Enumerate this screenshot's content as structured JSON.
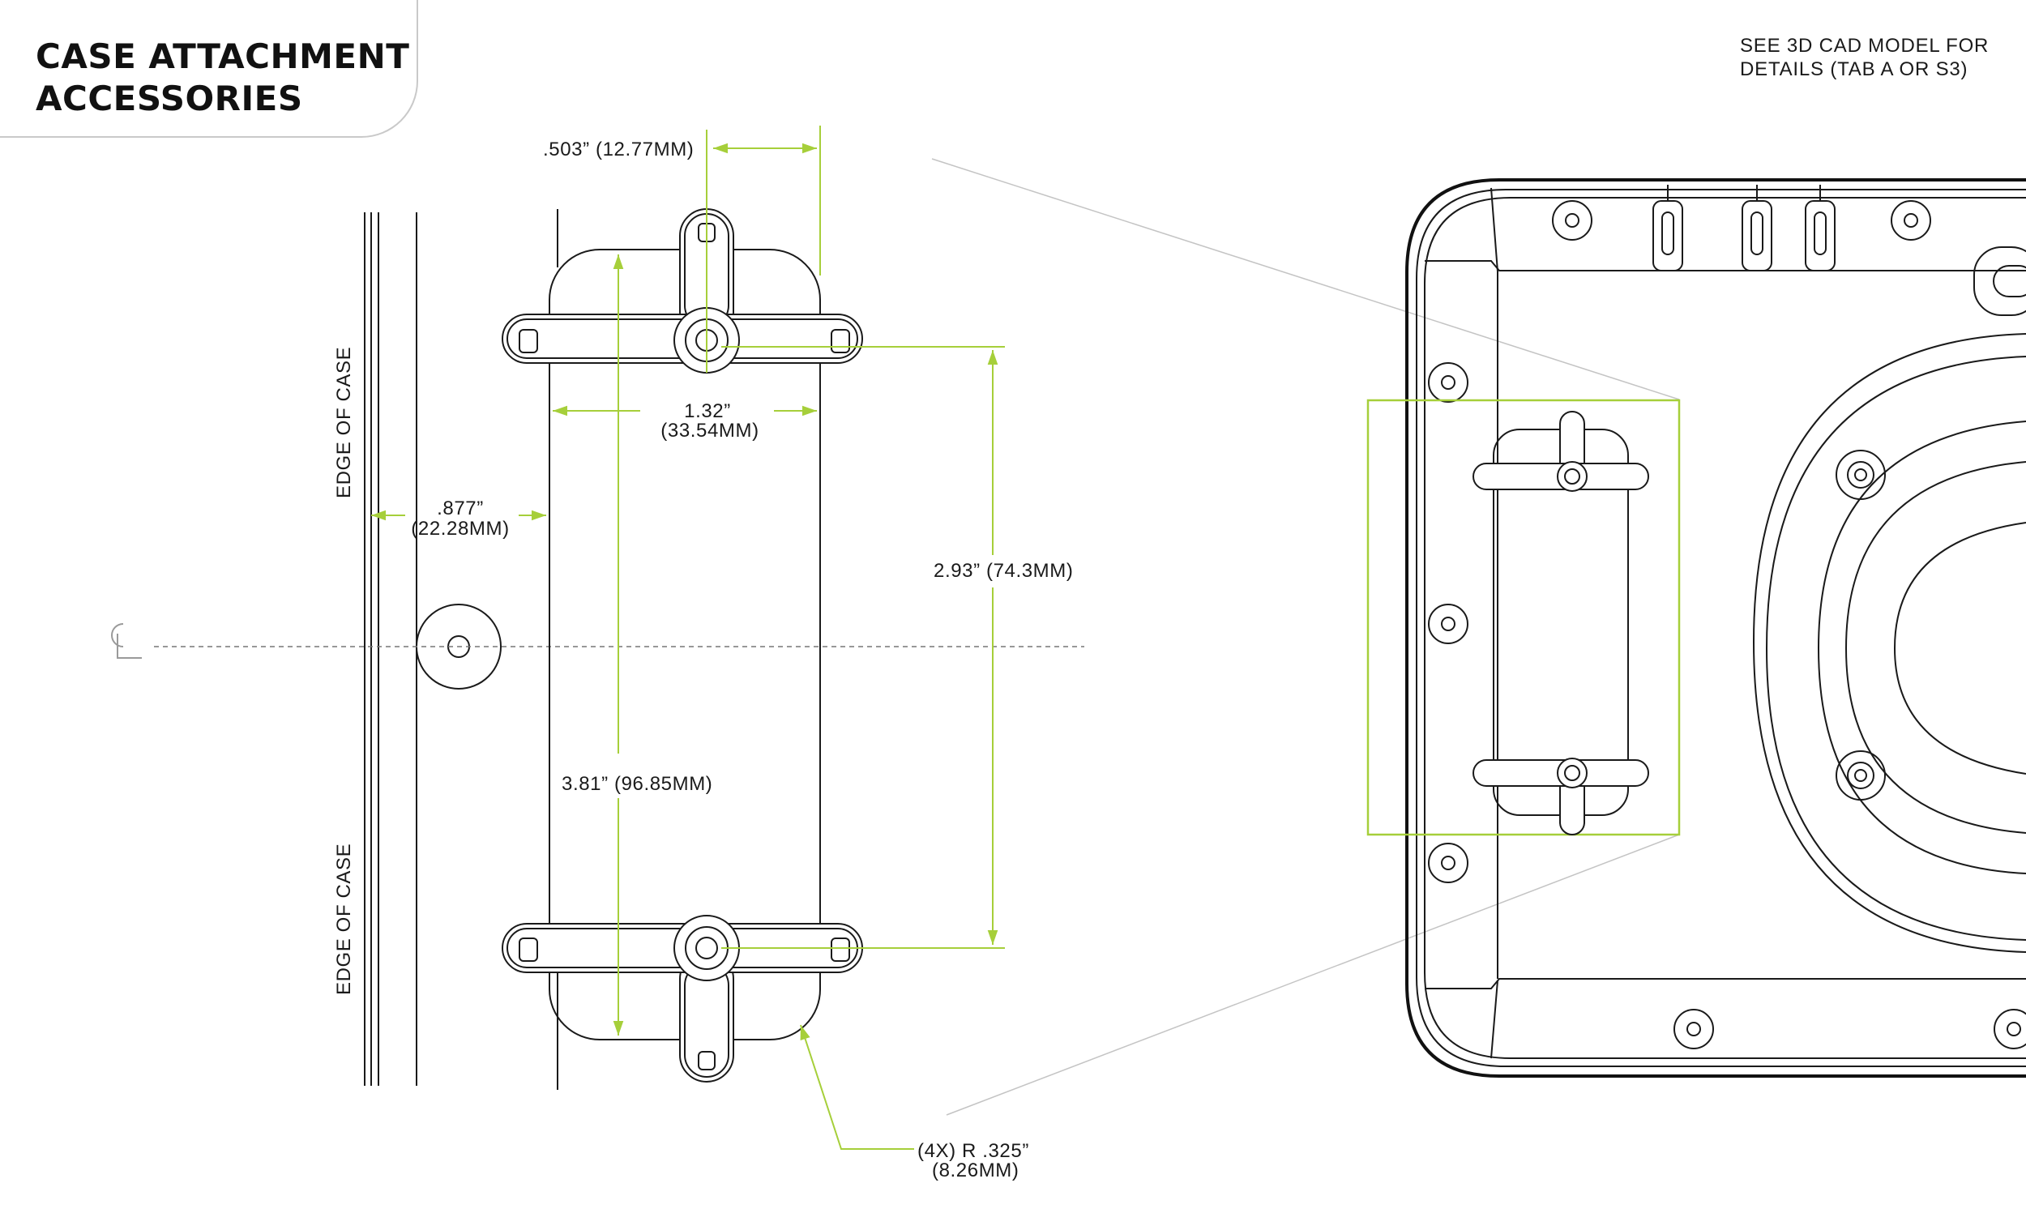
{
  "header": {
    "title_line1": "CASE ATTACHMENT",
    "title_line2": "ACCESSORIES",
    "note_line1": "SEE 3D CAD MODEL FOR",
    "note_line2": "DETAILS (TAB A OR S3)"
  },
  "labels": {
    "edge_top": "EDGE OF CASE",
    "edge_bottom": "EDGE OF CASE",
    "width_tab": ".503” (12.77MM)",
    "width_body_in": "1.32”",
    "width_body_mm": "(33.54MM)",
    "offset_in": ".877”",
    "offset_mm": "(22.28MM)",
    "hole_spacing": "2.93” (74.3MM)",
    "overall_length": "3.81” (96.85MM)",
    "radius_line1": "(4X) R .325”",
    "radius_line2": "(8.26MM)",
    "centerline_symbol": "CL"
  },
  "colors": {
    "ink": "#1a1a1a",
    "dimension": "#a6cf3a",
    "frame": "#c9c9c9"
  }
}
